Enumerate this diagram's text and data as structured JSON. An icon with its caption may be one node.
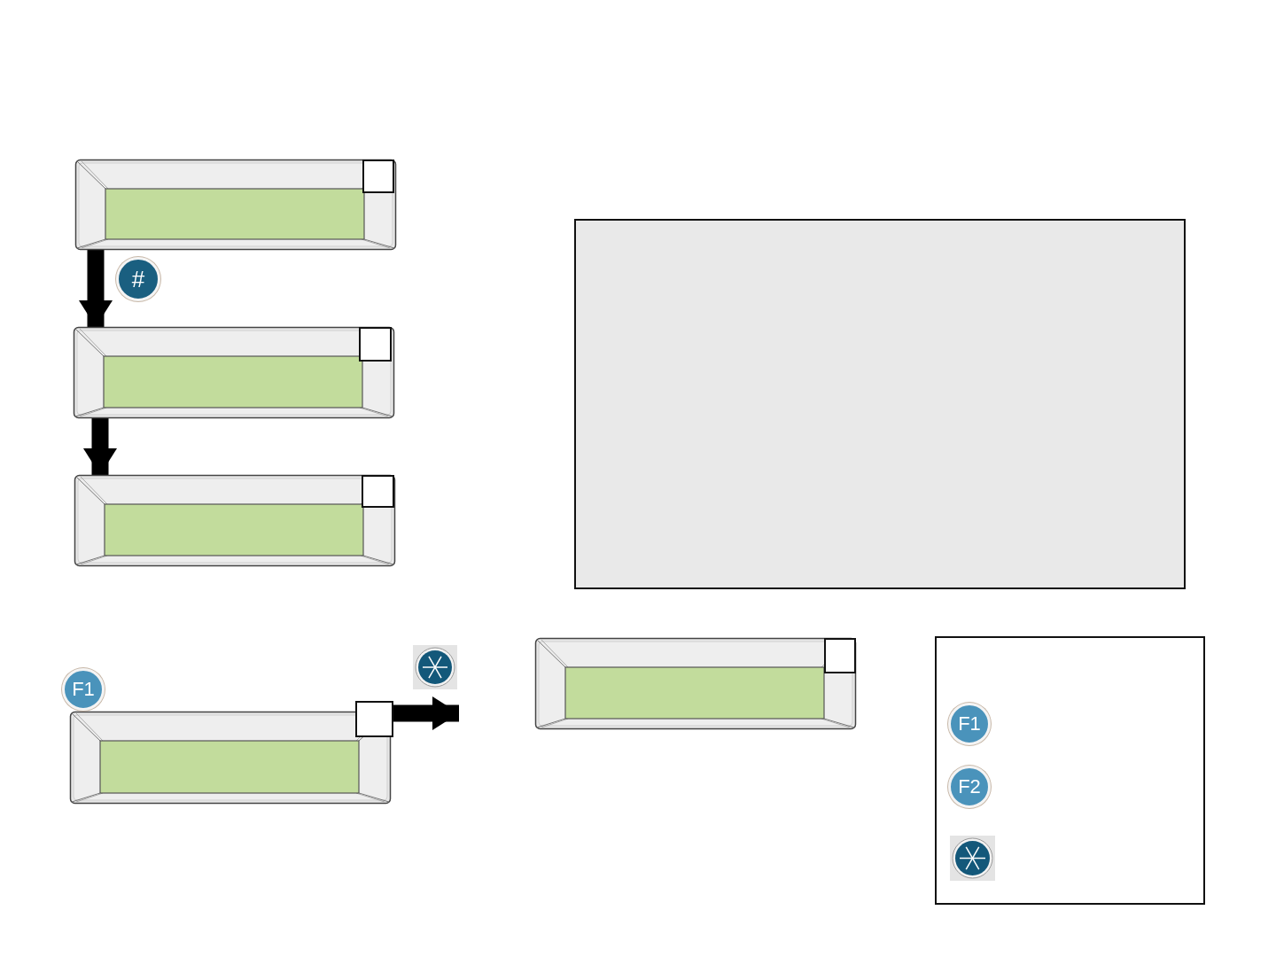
{
  "diagram": {
    "nodes": [
      {
        "text": [],
        "shape": "screen"
      },
      {
        "text": [],
        "shape": "box",
        "in": 0
      },
      {
        "text": [],
        "shape": "screen"
      },
      {
        "text": [],
        "shape": "box",
        "in": 2
      },
      {
        "text": [],
        "shape": "screen"
      },
      {
        "text": [],
        "shape": "box",
        "in": 4
      },
      {
        "text": [],
        "shape": "box"
      },
      {
        "text": [],
        "shape": "screen",
        "beside": [
          "F1"
        ]
      },
      {
        "text": [],
        "shape": "box"
      },
      {
        "text": [],
        "shape": "screen"
      },
      {
        "text": [],
        "shape": "box",
        "in": 9
      },
      {
        "text": [],
        "shape": "box"
      },
      {
        "text": [],
        "shape": "button"
      }
    ],
    "edges": [
      {
        "from": 0,
        "to": 2,
        "arrow": "to"
      },
      {
        "from": 2,
        "to": 4,
        "arrow": "to"
      },
      {
        "from": 8,
        "to": 12,
        "arrow": "to"
      }
    ],
    "labels": [
      "#",
      "F1",
      "F2"
    ]
  }
}
